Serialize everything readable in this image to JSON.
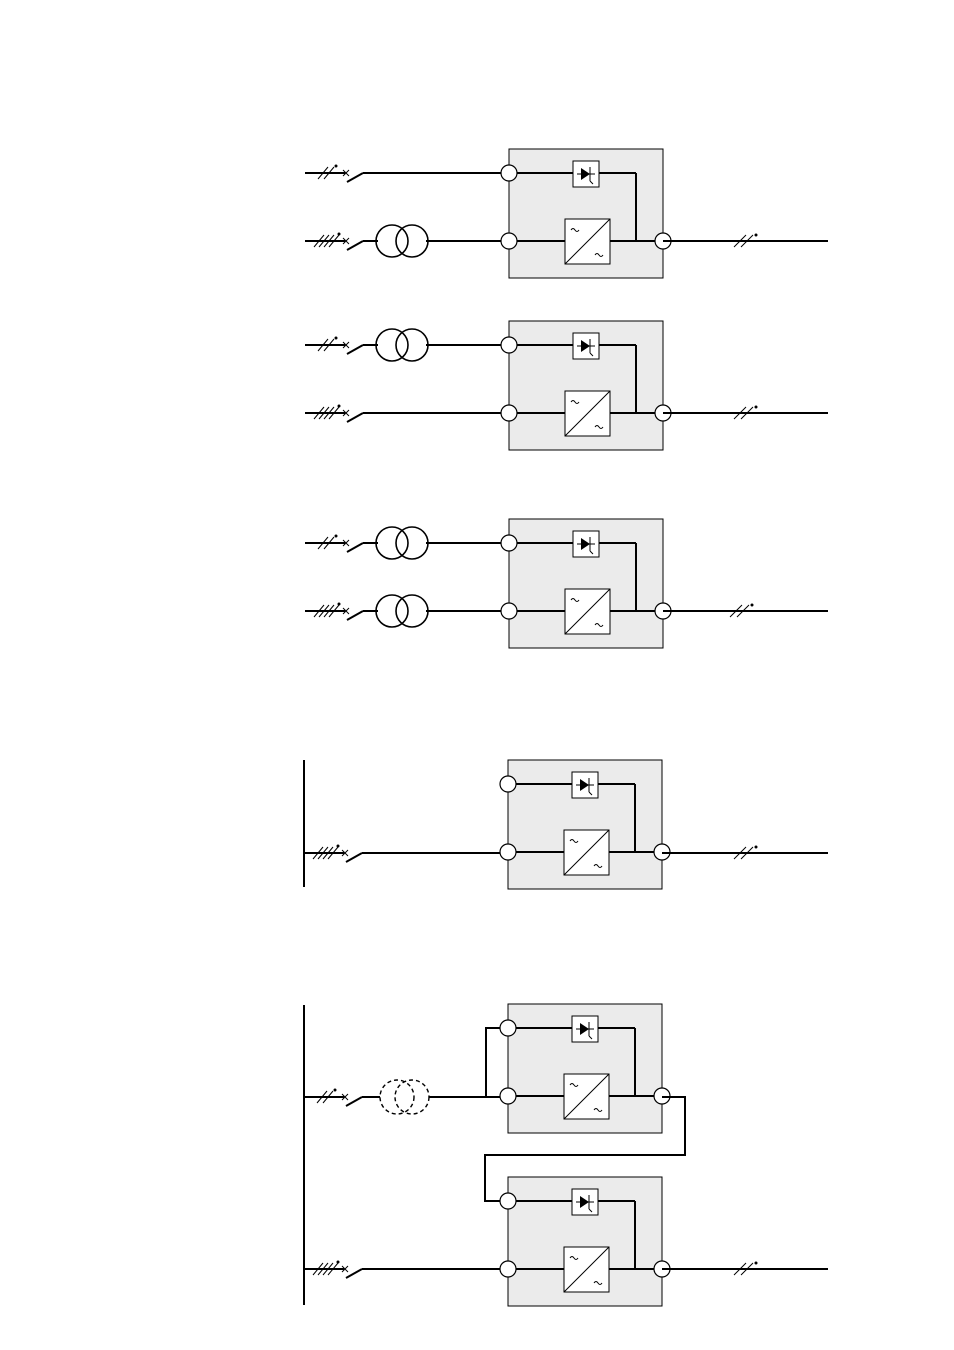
{
  "diagram": {
    "configurations": [
      {
        "id": "config-1",
        "bypass_input": "direct",
        "rectifier_input": "transformer",
        "supply": "separate"
      },
      {
        "id": "config-2",
        "bypass_input": "transformer",
        "rectifier_input": "direct",
        "supply": "separate"
      },
      {
        "id": "config-3",
        "bypass_input": "transformer",
        "rectifier_input": "transformer",
        "supply": "separate"
      },
      {
        "id": "config-4",
        "bypass_input": "common-bus",
        "rectifier_input": "direct",
        "supply": "common-bus"
      },
      {
        "id": "config-5",
        "bypass_input": "series-upstream-ups",
        "rectifier_input": "optional-transformer",
        "supply": "common-bus",
        "units": 2
      }
    ],
    "symbols": {
      "bypass_switch": "thyristor-switch-icon",
      "converter": "ac-dc-converter-icon",
      "transformer": "transformer-icon",
      "breaker": "circuit-breaker-icon",
      "terminal": "terminal-icon",
      "conductor_marks": "conductor-count-icon"
    },
    "colors": {
      "module_fill": "#ebebeb",
      "line": "#000000"
    }
  }
}
